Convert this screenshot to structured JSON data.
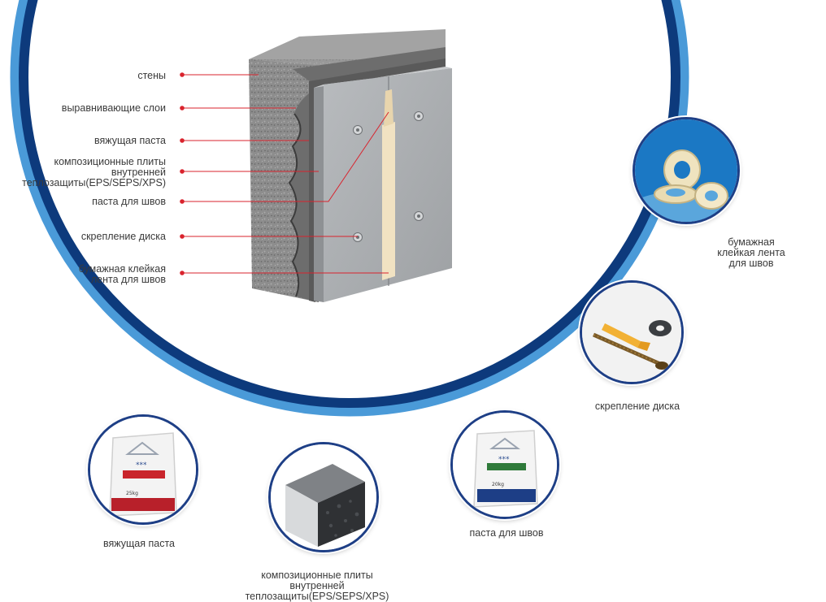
{
  "colors": {
    "ring_dark": "#0d3a7c",
    "ring_light": "#4a9ad8",
    "callout": "#d9232d",
    "panel": "#a9acaf",
    "concrete": "#8c8c8c",
    "tape": "#f1e2c2"
  },
  "wall_labels": [
    {
      "text": "стены"
    },
    {
      "text": "выравнивающие слои"
    },
    {
      "text": "вяжущая паста"
    },
    {
      "lines": [
        "композиционные плиты",
        "внутренней",
        "теплозащиты(EPS/SEPS/XPS)"
      ]
    },
    {
      "text": "паста для швов"
    },
    {
      "text": "скрепление диска"
    },
    {
      "lines": [
        "бумажная клейкая",
        "лента для швов"
      ]
    }
  ],
  "products": [
    {
      "icon": "tape-rolls-icon",
      "lines": [
        "бумажная",
        "клейкая лента",
        "для швов"
      ]
    },
    {
      "icon": "anchor-screw-disc-icon",
      "lines": [
        "скрепление диска"
      ]
    },
    {
      "icon": "seam-paste-bag-icon",
      "lines": [
        "паста для швов"
      ]
    },
    {
      "icon": "insulation-board-icon",
      "lines": [
        "композиционные плиты",
        "внутренней",
        "теплозащиты(EPS/SEPS/XPS)"
      ]
    },
    {
      "icon": "binding-paste-bag-icon",
      "lines": [
        "вяжущая паста"
      ]
    }
  ]
}
